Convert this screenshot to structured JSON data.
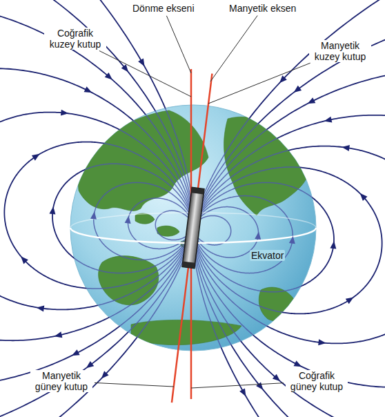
{
  "diagram": {
    "labels": [
      "Dönme ekseni",
      "Manyetik eksen",
      "Coğrafik kuzey kutup",
      "Manyetik kuzey kutup",
      "Ekvator",
      "Manyetik güney kutup",
      "Coğrafik güney kutup"
    ]
  }
}
